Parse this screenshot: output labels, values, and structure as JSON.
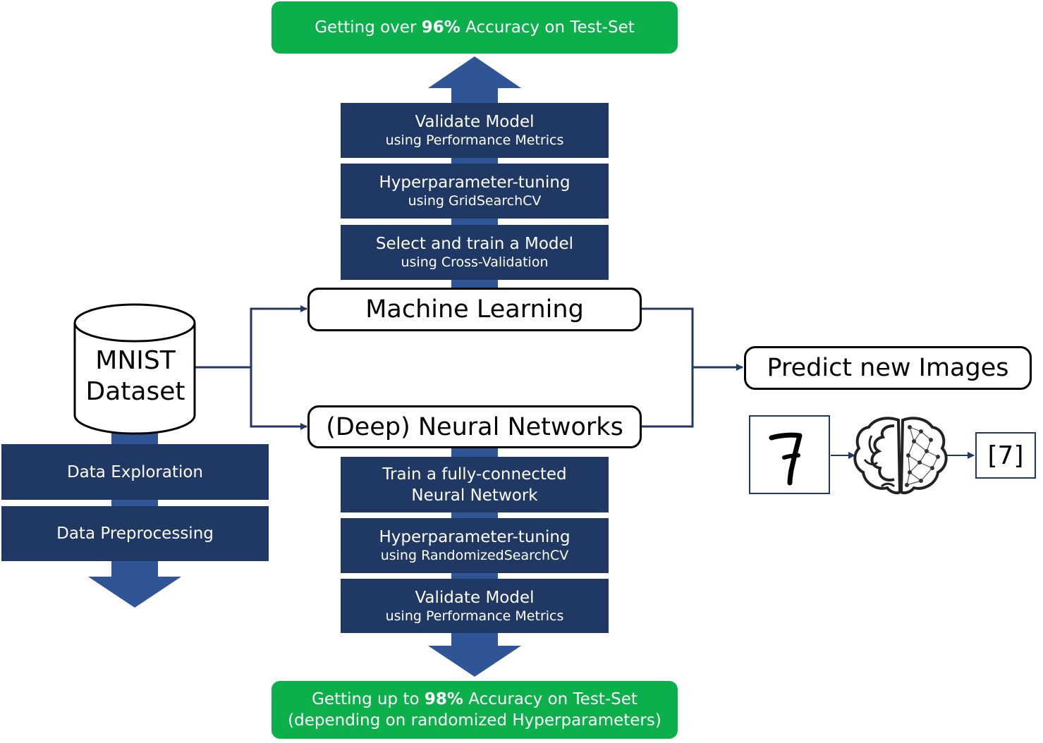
{
  "top_result": {
    "prefix": "Getting over ",
    "pct": "96%",
    "suffix": " Accuracy on Test-Set"
  },
  "bottom_result": {
    "line1_prefix": "Getting up to ",
    "line1_pct": "98%",
    "line1_suffix": " Accuracy on Test-Set",
    "line2": "(depending on randomized Hyperparameters)"
  },
  "ml_steps": [
    {
      "title": "Validate Model",
      "sub": "using Performance Metrics"
    },
    {
      "title": "Hyperparameter-tuning",
      "sub": "using GridSearchCV"
    },
    {
      "title": "Select and train a Model",
      "sub": "using Cross-Validation"
    }
  ],
  "nn_steps": [
    {
      "line1": "Train a fully-connected",
      "line2": "Neural Network"
    },
    {
      "title": "Hyperparameter-tuning",
      "sub": "using RandomizedSearchCV"
    },
    {
      "title": "Validate Model",
      "sub": "using Performance Metrics"
    }
  ],
  "ml_label": "Machine Learning",
  "nn_label": "(Deep) Neural Networks",
  "dataset": {
    "line1": "MNIST",
    "line2": "Dataset"
  },
  "data_steps": [
    "Data Exploration",
    "Data Preprocessing"
  ],
  "predict_label": "Predict new Images",
  "output_label": "[7]",
  "icons": {
    "digit": "handwritten-digit-7",
    "brain": "brain-network-icon"
  },
  "colors": {
    "navy": "#203864",
    "arrow_blue": "#2f5597",
    "green": "#0bb04a"
  }
}
